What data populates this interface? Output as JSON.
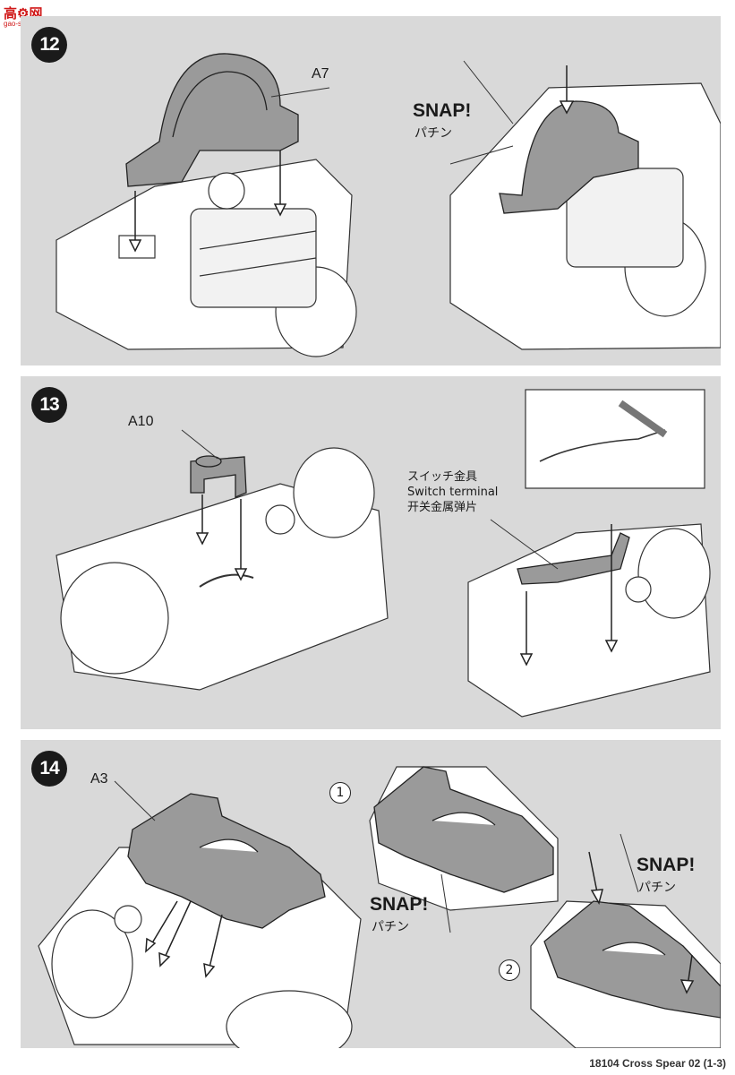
{
  "watermark": {
    "site_text": "高⚙网",
    "site_url": "gao-shou.com"
  },
  "steps": [
    {
      "number": "12",
      "part_label": "A7",
      "snap_text": "SNAP!",
      "snap_jp": "パチン"
    },
    {
      "number": "13",
      "part_label": "A10",
      "terminal_label_jp": "スイッチ金具",
      "terminal_label_en": "Switch terminal",
      "terminal_label_cn": "开关金属弹片"
    },
    {
      "number": "14",
      "part_label": "A3",
      "sub_step_1": "1",
      "sub_step_2": "2",
      "snap_text_left": "SNAP!",
      "snap_jp_left": "パチン",
      "snap_text_right": "SNAP!",
      "snap_jp_right": "パチン"
    }
  ],
  "footer": {
    "text": "18104 Cross Spear 02 (1-3)"
  }
}
